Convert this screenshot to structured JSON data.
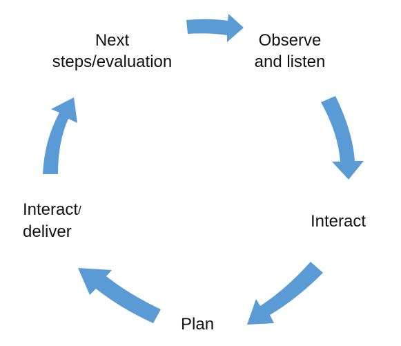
{
  "cycle": {
    "nodes": [
      {
        "lines": [
          "Next",
          "steps/evaluation"
        ]
      },
      {
        "lines": [
          "Observe",
          "and listen"
        ]
      },
      {
        "lines": [
          "Interact"
        ]
      },
      {
        "lines": [
          "Plan"
        ]
      },
      {
        "line1": "Interact",
        "slash": "/",
        "line2": "deliver"
      }
    ],
    "arrow_color": "#5b9bd5"
  }
}
